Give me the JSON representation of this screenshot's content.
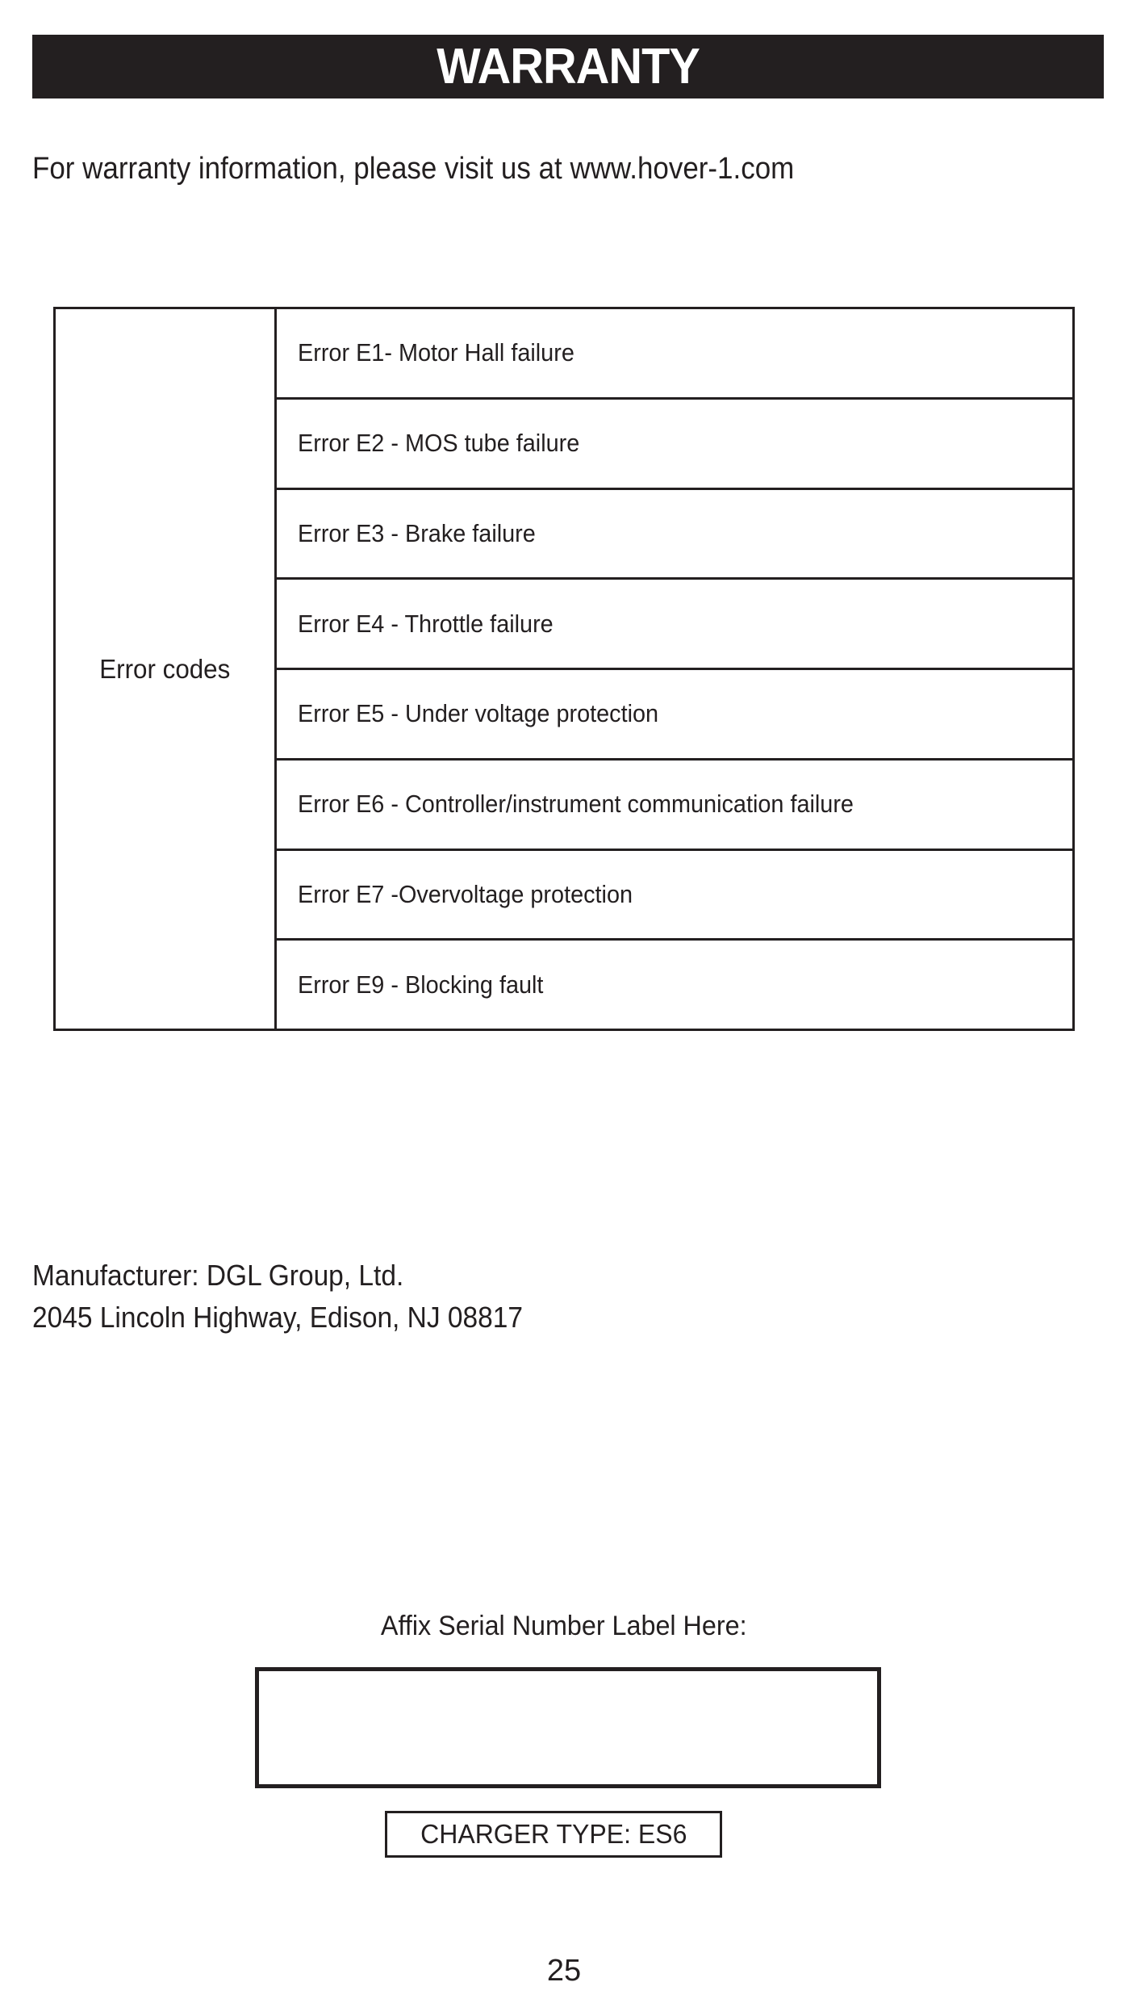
{
  "page": {
    "title": "WARRANTY",
    "number": "25",
    "background_color": "#ffffff",
    "ink_color": "#231f20"
  },
  "intro": {
    "text": "For warranty information, please visit us at www.hover-1.com"
  },
  "error_table": {
    "row_label": "Error codes",
    "rows": [
      {
        "text": "Error E1- Motor Hall failure"
      },
      {
        "text": "Error E2 - MOS tube failure"
      },
      {
        "text": "Error E3 - Brake failure"
      },
      {
        "text": "Error E4 - Throttle failure"
      },
      {
        "text": "Error E5 - Under voltage protection"
      },
      {
        "text": "Error E6 - Controller/instrument communication failure"
      },
      {
        "text": "Error E7 -Overvoltage protection"
      },
      {
        "text": "Error E9 - Blocking fault"
      }
    ]
  },
  "manufacturer": {
    "line1": "Manufacturer: DGL Group, Ltd.",
    "line2": "2045 Lincoln Highway, Edison, NJ 08817"
  },
  "serial_section": {
    "caption": "Affix Serial Number Label Here:",
    "label_box_value": "",
    "charger_type": "CHARGER TYPE: ES6"
  }
}
